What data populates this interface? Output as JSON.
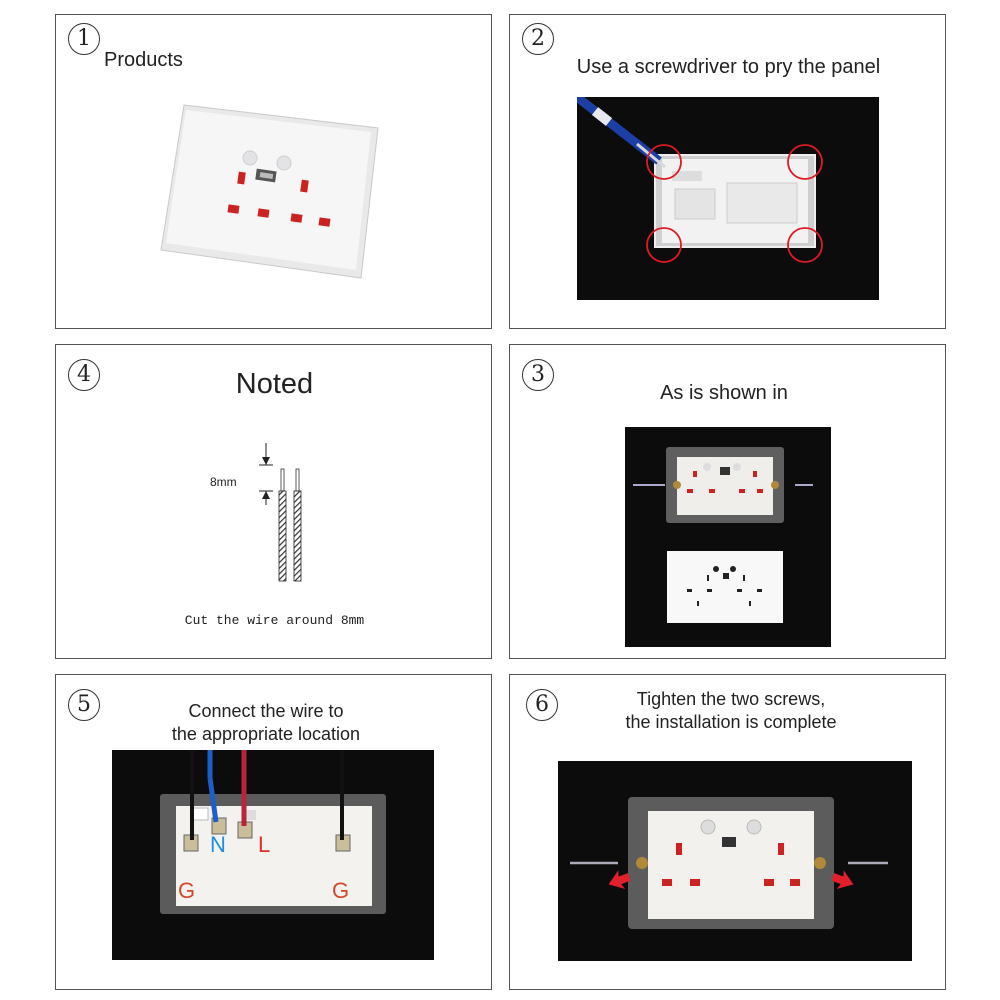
{
  "panels": {
    "p1": {
      "number": "1",
      "caption": "Products"
    },
    "p2": {
      "number": "2",
      "caption": "Use a screwdriver to pry the panel"
    },
    "p4": {
      "number": "4",
      "title": "Noted",
      "measure": "8mm",
      "note_text": "Cut the wire around ",
      "note_value": "8mm"
    },
    "p3": {
      "number": "3",
      "caption": "As is shown in"
    },
    "p5": {
      "number": "5",
      "caption_line1": "Connect the wire to",
      "caption_line2": "the appropriate location",
      "labels": {
        "n": "N",
        "l": "L",
        "g_left": "G",
        "g_right": "G"
      }
    },
    "p6": {
      "number": "6",
      "caption_line1": "Tighten the two screws,",
      "caption_line2": "the installation is complete"
    }
  },
  "colors": {
    "neutral": "#1e8fe0",
    "live": "#e0302a",
    "earth": "#d04a2a",
    "highlight": "#e0202a"
  }
}
